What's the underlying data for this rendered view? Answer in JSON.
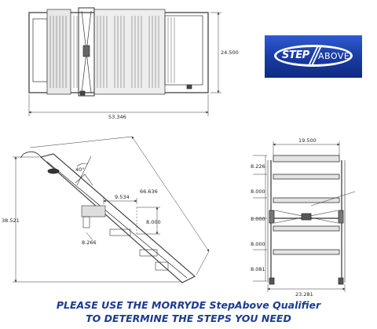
{
  "top_view": {
    "width_dim": "53.346",
    "depth_dim": "24.500"
  },
  "side_view": {
    "height_dim": "38.521",
    "length_dim": "66.636",
    "angle": "40°",
    "run_dim": "9.534",
    "rise_dim": "8.000",
    "offset_dim": "8.266"
  },
  "front_view": {
    "width_dim": "19.500",
    "overall_width_dim": "23.281",
    "rise_dims": [
      "8.226",
      "8.000",
      "8.000",
      "8.000",
      "8.081"
    ]
  },
  "logo": {
    "brand_colors": [
      "#1b3fa8",
      "#ffffff"
    ],
    "step_text": "STEP",
    "above_text": "ABOVE"
  },
  "footer": {
    "line1": "PLEASE USE THE MORRYDE StepAbove Qualifier",
    "line2": "TO DETERMINE THE STEPS YOU NEED",
    "color": "#1c3b8f"
  }
}
